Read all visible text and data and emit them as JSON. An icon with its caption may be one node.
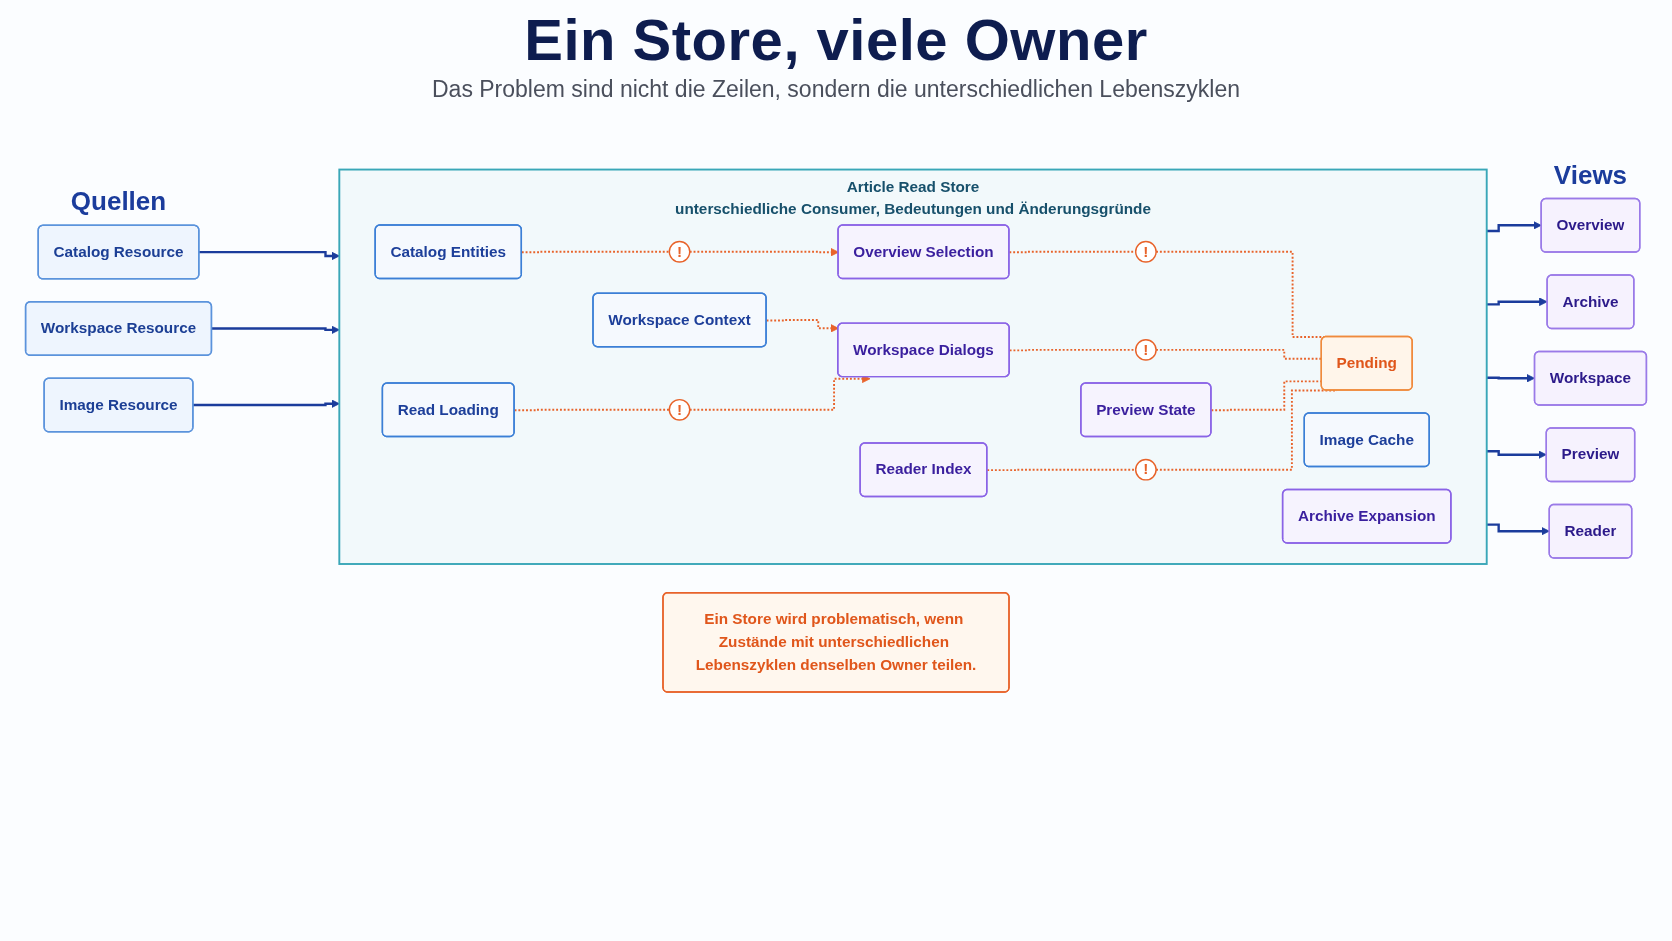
{
  "diagram": {
    "title": "Ein Store, viele Owner",
    "nodes": [
      {
        "text": [
          "Catalog Resource"
        ]
      },
      {
        "text": [
          "Workspace Resource"
        ]
      },
      {
        "text": [
          "Image Resource"
        ]
      },
      {
        "text": [
          "Article Read Store",
          "unterschiedliche Consumer, Bedeutungen und Änderungsgründe"
        ]
      },
      {
        "text": [
          "Catalog Entities"
        ],
        "in": 3
      },
      {
        "text": [
          "Workspace Context"
        ],
        "in": 3
      },
      {
        "text": [
          "Image Cache"
        ],
        "in": 3
      },
      {
        "text": [
          "Read Loading"
        ],
        "in": 3
      },
      {
        "text": [
          "Overview Selection"
        ],
        "in": 3
      },
      {
        "text": [
          "Archive Expansion"
        ],
        "in": 3
      },
      {
        "text": [
          "Workspace Dialogs"
        ],
        "in": 3
      },
      {
        "text": [
          "Preview State"
        ],
        "in": 3
      },
      {
        "text": [
          "Reader Index"
        ],
        "in": 3
      },
      {
        "text": [
          "Pending"
        ],
        "in": 3
      },
      {
        "text": [
          "Overview"
        ]
      },
      {
        "text": [
          "Archive"
        ]
      },
      {
        "text": [
          "Workspace"
        ]
      },
      {
        "text": [
          "Preview"
        ]
      },
      {
        "text": [
          "Reader"
        ]
      },
      {
        "text": [
          "!"
        ],
        "in": 3
      },
      {
        "text": [
          "!"
        ],
        "in": 3
      },
      {
        "text": [
          "!"
        ],
        "in": 3
      },
      {
        "text": [
          "!"
        ],
        "in": 3
      },
      {
        "text": [
          "!"
        ],
        "in": 3
      },
      {
        "text": [
          "Ein Store wird problematisch, wenn Zustände mit unterschiedlichen Lebenszyklen denselben Owner teilen."
        ]
      }
    ],
    "edges": [
      {
        "from": 0,
        "to": 3,
        "arrow": "to",
        "color": "#1b3c9c"
      },
      {
        "from": 1,
        "to": 3,
        "arrow": "to",
        "color": "#1b3c9c"
      },
      {
        "from": 2,
        "to": 3,
        "arrow": "to",
        "color": "#1b3c9c"
      },
      {
        "from": 4,
        "to": 19,
        "arrow": "none",
        "style": "dashed"
      },
      {
        "from": 19,
        "to": 8,
        "arrow": "to",
        "style": "dashed"
      },
      {
        "from": 5,
        "to": 10,
        "arrow": "to",
        "style": "dashed"
      },
      {
        "from": 7,
        "to": 20,
        "arrow": "none",
        "style": "dashed"
      },
      {
        "from": 20,
        "to": 10,
        "arrow": "to",
        "style": "dashed"
      },
      {
        "from": 8,
        "to": 21,
        "arrow": "none",
        "style": "dashed"
      },
      {
        "from": 21,
        "to": 13,
        "arrow": "none",
        "style": "dashed"
      },
      {
        "from": 10,
        "to": 22,
        "arrow": "none",
        "style": "dashed"
      },
      {
        "from": 22,
        "to": 13,
        "arrow": "none",
        "style": "dashed"
      },
      {
        "from": 11,
        "to": 13,
        "arrow": "none",
        "style": "dashed"
      },
      {
        "from": 12,
        "to": 23,
        "arrow": "none",
        "style": "dashed"
      },
      {
        "from": 23,
        "to": 13,
        "arrow": "none",
        "style": "dashed"
      },
      {
        "from": 3,
        "to": 14,
        "arrow": "to",
        "color": "#1b3c9c"
      },
      {
        "from": 3,
        "to": 15,
        "arrow": "to",
        "color": "#1b3c9c"
      },
      {
        "from": 3,
        "to": 16,
        "arrow": "to",
        "color": "#1b3c9c"
      },
      {
        "from": 3,
        "to": 17,
        "arrow": "to",
        "color": "#1b3c9c"
      },
      {
        "from": 3,
        "to": 18,
        "arrow": "to",
        "color": "#1b3c9c"
      }
    ],
    "labels": [
      "Das Problem sind nicht die Zeilen, sondern die unterschiedlichen Lebenszyklen",
      "Quellen",
      "Views"
    ]
  }
}
